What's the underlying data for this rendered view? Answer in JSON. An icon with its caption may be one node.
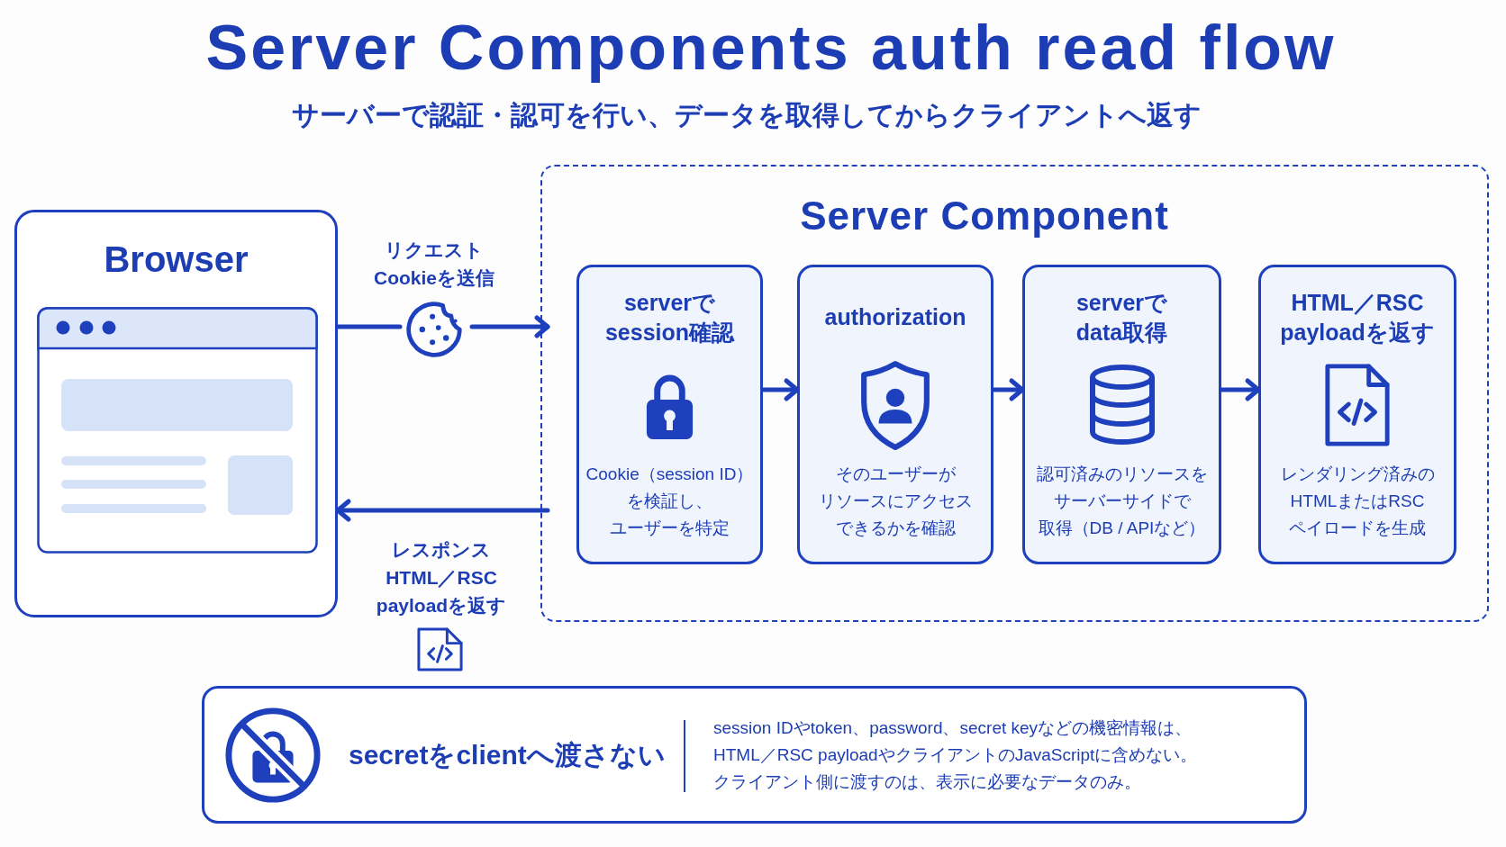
{
  "diagram": {
    "title": "Server Components auth read flow",
    "nodes": [
      {
        "text": [
          "Browser"
        ]
      },
      {
        "text": [],
        "shape": "picture",
        "beside": [
          "リクエストCookieを送信"
        ]
      },
      {
        "text": [
          "Server Component"
        ]
      },
      {
        "text": [
          "serverでsession確認",
          "Cookie（session ID）を検証し、ユーザーを特定"
        ],
        "in": 2
      },
      {
        "text": [
          "authorization",
          "そのユーザーがリソースにアクセスできるかを確認"
        ],
        "in": 2
      },
      {
        "text": [
          "serverでdata取得",
          "認可済みのリソースをサーバーサイドで取得（DB / APIなど）"
        ],
        "in": 2
      },
      {
        "text": [
          "HTML／RSC payloadを返す",
          "レンダリング済みのHTMLまたはRSCペイロードを生成"
        ],
        "in": 2
      },
      {
        "text": [
          "secretをclientへ渡さない",
          "session IDやtoken、password、secret keyなどの機密情報は、HTML／RSC payloadやクライアントのJavaScriptに含めない。クライアント側に渡すのは、表示に必要なデータのみ。"
        ]
      }
    ],
    "edges": [
      {
        "from": 0,
        "to": 1,
        "arrow": "none"
      },
      {
        "from": 1,
        "to": 2,
        "arrow": "to"
      },
      {
        "from": 2,
        "to": 0,
        "arrow": "to",
        "label": "レスポンスHTML／RSC payloadを返す"
      },
      {
        "from": 3,
        "to": 4,
        "arrow": "to"
      },
      {
        "from": 4,
        "to": 5,
        "arrow": "to"
      },
      {
        "from": 5,
        "to": 6,
        "arrow": "to"
      }
    ],
    "labels": [
      "サーバーで認証・認可を行い、データを取得してからクライアントへ返す"
    ]
  }
}
